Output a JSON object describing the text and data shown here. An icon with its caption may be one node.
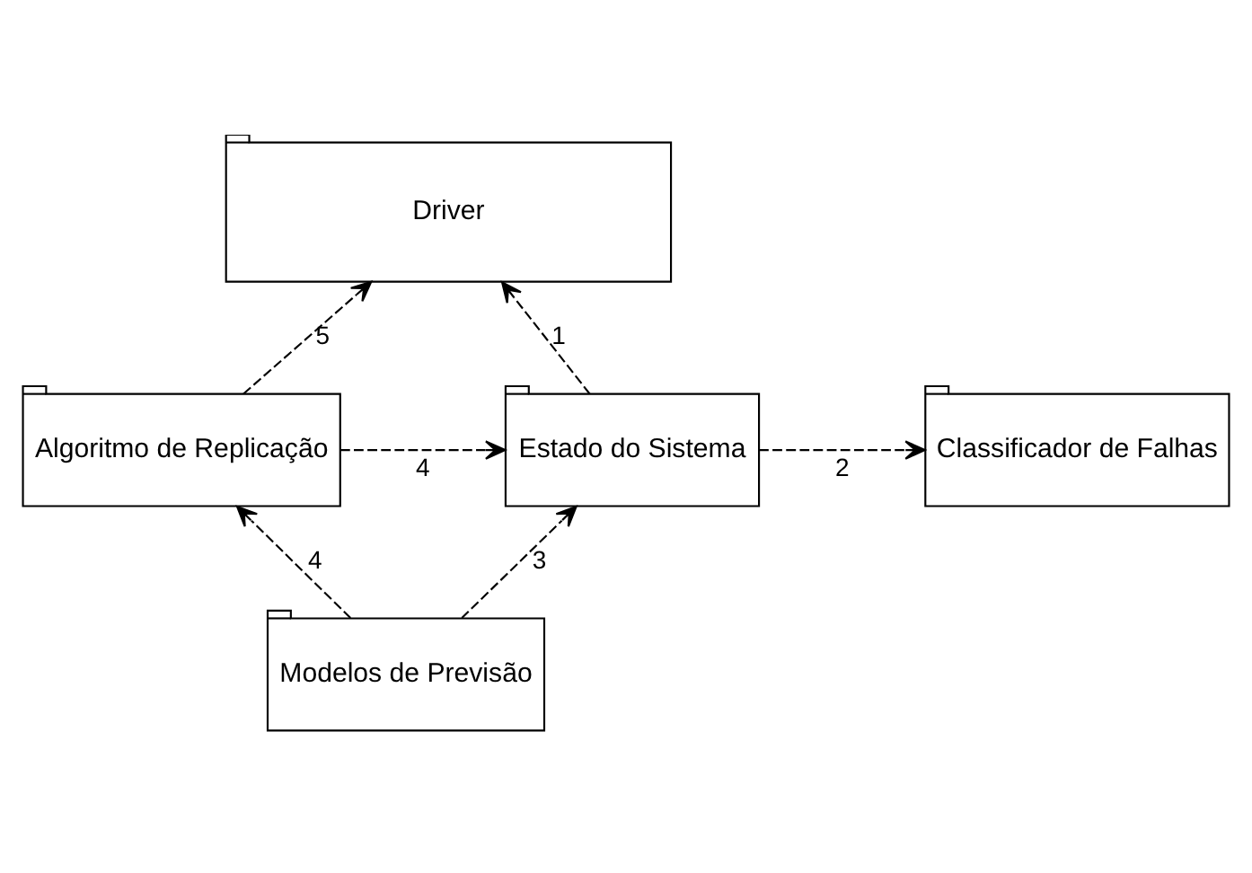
{
  "diagram": {
    "nodes": [
      {
        "text": [
          "Driver"
        ]
      },
      {
        "text": [
          "Classificador de Falhas"
        ]
      },
      {
        "text": [
          "Estado do Sistema"
        ]
      },
      {
        "text": [
          "Algoritmo de Replicação"
        ]
      },
      {
        "text": [
          "Modelos de Previsão"
        ]
      }
    ],
    "edges": [
      {
        "from": 2,
        "to": 0,
        "arrow": "to",
        "label": "1",
        "style": "dashed"
      },
      {
        "from": 2,
        "to": 1,
        "arrow": "to",
        "label": "2",
        "style": "dashed"
      },
      {
        "from": 4,
        "to": 2,
        "arrow": "to",
        "label": "3",
        "style": "dashed"
      },
      {
        "from": 3,
        "to": 2,
        "arrow": "to",
        "label": "4",
        "style": "dashed"
      },
      {
        "from": 4,
        "to": 3,
        "arrow": "to",
        "label": "4",
        "style": "dashed"
      },
      {
        "from": 3,
        "to": 0,
        "arrow": "to",
        "label": "5",
        "style": "dashed"
      }
    ]
  }
}
